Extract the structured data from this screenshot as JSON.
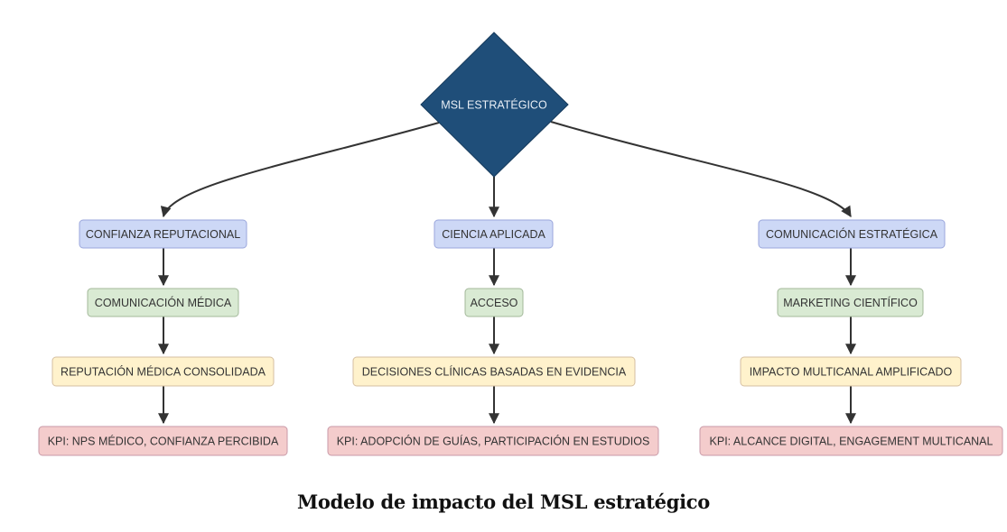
{
  "root": {
    "label": "MSL ESTRATÉGICO",
    "color": "#1f4e79"
  },
  "level_colors": {
    "pillar": {
      "fill": "#cdd8f6",
      "stroke": "#9aa6dc"
    },
    "channel": {
      "fill": "#d9ead3",
      "stroke": "#a3b89a"
    },
    "outcome": {
      "fill": "#fff2cc",
      "stroke": "#d6bfa0"
    },
    "kpi": {
      "fill": "#f4cccc",
      "stroke": "#c99aa8"
    }
  },
  "branches": [
    {
      "pillar": "CONFIANZA REPUTACIONAL",
      "channel": "COMUNICACIÓN MÉDICA",
      "outcome": "REPUTACIÓN MÉDICA CONSOLIDADA",
      "kpi": "KPI: NPS MÉDICO, CONFIANZA PERCIBIDA"
    },
    {
      "pillar": "CIENCIA APLICADA",
      "channel": "ACCESO",
      "outcome": "DECISIONES CLÍNICAS BASADAS EN EVIDENCIA",
      "kpi": "KPI: ADOPCIÓN DE GUÍAS, PARTICIPACIÓN EN ESTUDIOS"
    },
    {
      "pillar": "COMUNICACIÓN ESTRATÉGICA",
      "channel": "MARKETING CIENTÍFICO",
      "outcome": "IMPACTO MULTICANAL AMPLIFICADO",
      "kpi": "KPI: ALCANCE DIGITAL, ENGAGEMENT MULTICANAL"
    }
  ],
  "caption": "Modelo de impacto del MSL estratégico"
}
